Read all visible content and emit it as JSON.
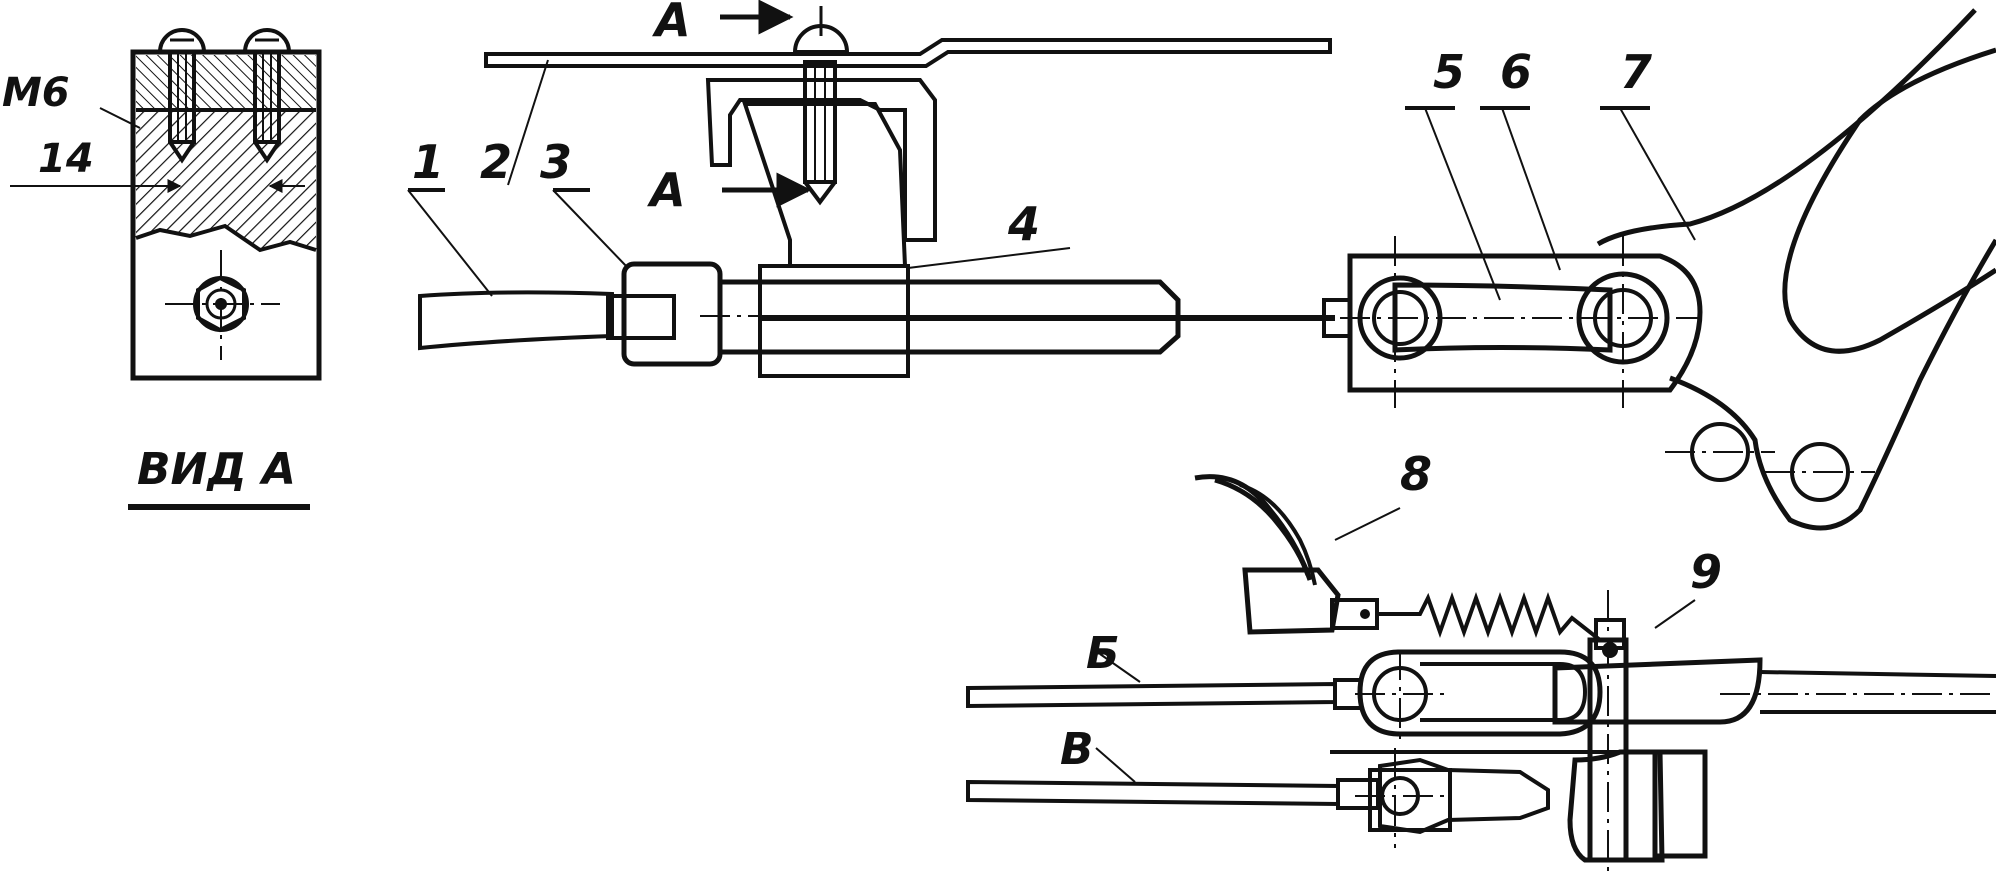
{
  "view": {
    "title": "ВИД А",
    "thread_label": "М6",
    "dimension_label": "14"
  },
  "section_marks": {
    "top": "А",
    "middle": "А"
  },
  "part_numbers": [
    "1",
    "2",
    "3",
    "4",
    "5",
    "6",
    "7",
    "8",
    "9"
  ],
  "cable_labels": {
    "b": "Б",
    "v": "В"
  }
}
